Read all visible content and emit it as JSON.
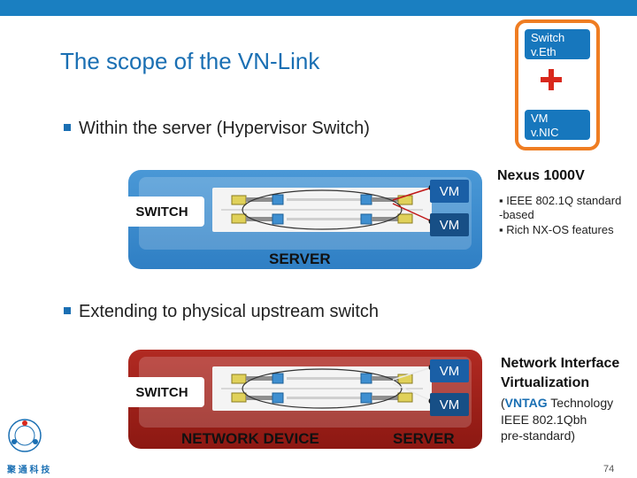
{
  "slide": {
    "title": "The scope of the VN-Link",
    "page_number": "74",
    "accent_color": "#1a6fb3",
    "bar_color": "#1a7fc1"
  },
  "bullets": [
    {
      "text": "Within the server (Hypervisor Switch)"
    },
    {
      "text": "Extending to physical upstream switch"
    }
  ],
  "callout": {
    "top_box": [
      "Switch",
      "v.Eth"
    ],
    "bottom_box": [
      "VM",
      "v.NIC"
    ],
    "frame_color": "#ef7d22",
    "plus_color": "#d9281c",
    "icon": "plus-icon"
  },
  "diagram1": {
    "switch_label": "SWITCH",
    "vm_labels": [
      "VM",
      "VM"
    ],
    "panel_label": "SERVER",
    "panel_color": "#2f7fc4"
  },
  "diagram2": {
    "switch_label": "SWITCH",
    "vm_labels": [
      "VM",
      "VM"
    ],
    "left_label": "NETWORK DEVICE",
    "right_label": "SERVER",
    "panel_color": "#a0201a"
  },
  "side1": {
    "heading": "Nexus 1000V",
    "lines": [
      "▪ IEEE 802.1Q standard",
      "-based",
      "▪ Rich NX-OS features"
    ]
  },
  "side2": {
    "heading_lines": [
      "Network Interface",
      "Virtualization"
    ],
    "vntag_open": "(",
    "vntag": "VNTAG",
    "vntag_rest": " Technology",
    "lines": [
      "IEEE 802.1Qbh",
      "pre-standard)"
    ]
  },
  "logo": {
    "icon": "company-logo-icon",
    "text": "聚 通 科 技"
  }
}
